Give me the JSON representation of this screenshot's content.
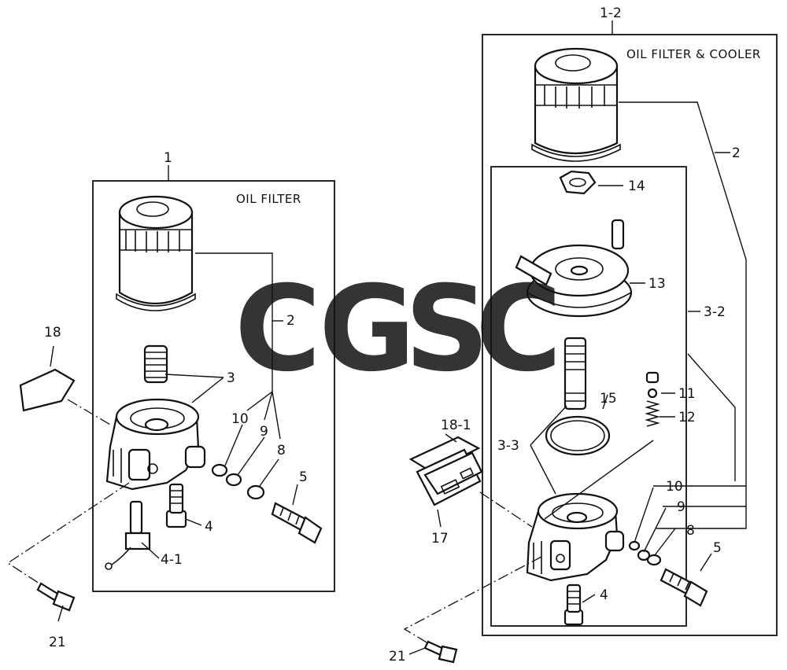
{
  "left_panel": {
    "assembly_number": "1",
    "title": "OIL FILTER",
    "labels": {
      "p2": "2",
      "p3": "3",
      "p4": "4",
      "p4_1": "4-1",
      "p5": "5",
      "p8": "8",
      "p9": "9",
      "p10": "10",
      "p18": "18",
      "p21": "21"
    }
  },
  "right_panel": {
    "assembly_number": "1-2",
    "title": "OIL FILTER & COOLER",
    "labels": {
      "p2": "2",
      "p3_2": "3-2",
      "p3_3": "3-3",
      "p4": "4",
      "p5": "5",
      "p8": "8",
      "p9": "9",
      "p10": "10",
      "p11": "11",
      "p12": "12",
      "p13": "13",
      "p14": "14",
      "p15": "15",
      "p17": "17",
      "p18_1": "18-1",
      "p21": "21"
    }
  },
  "watermark": {
    "letters": [
      "C",
      "G",
      "S",
      "C"
    ],
    "colors": [
      "#5a8df0",
      "#f07a72",
      "#f5d35c",
      "#4fbf7a"
    ]
  }
}
